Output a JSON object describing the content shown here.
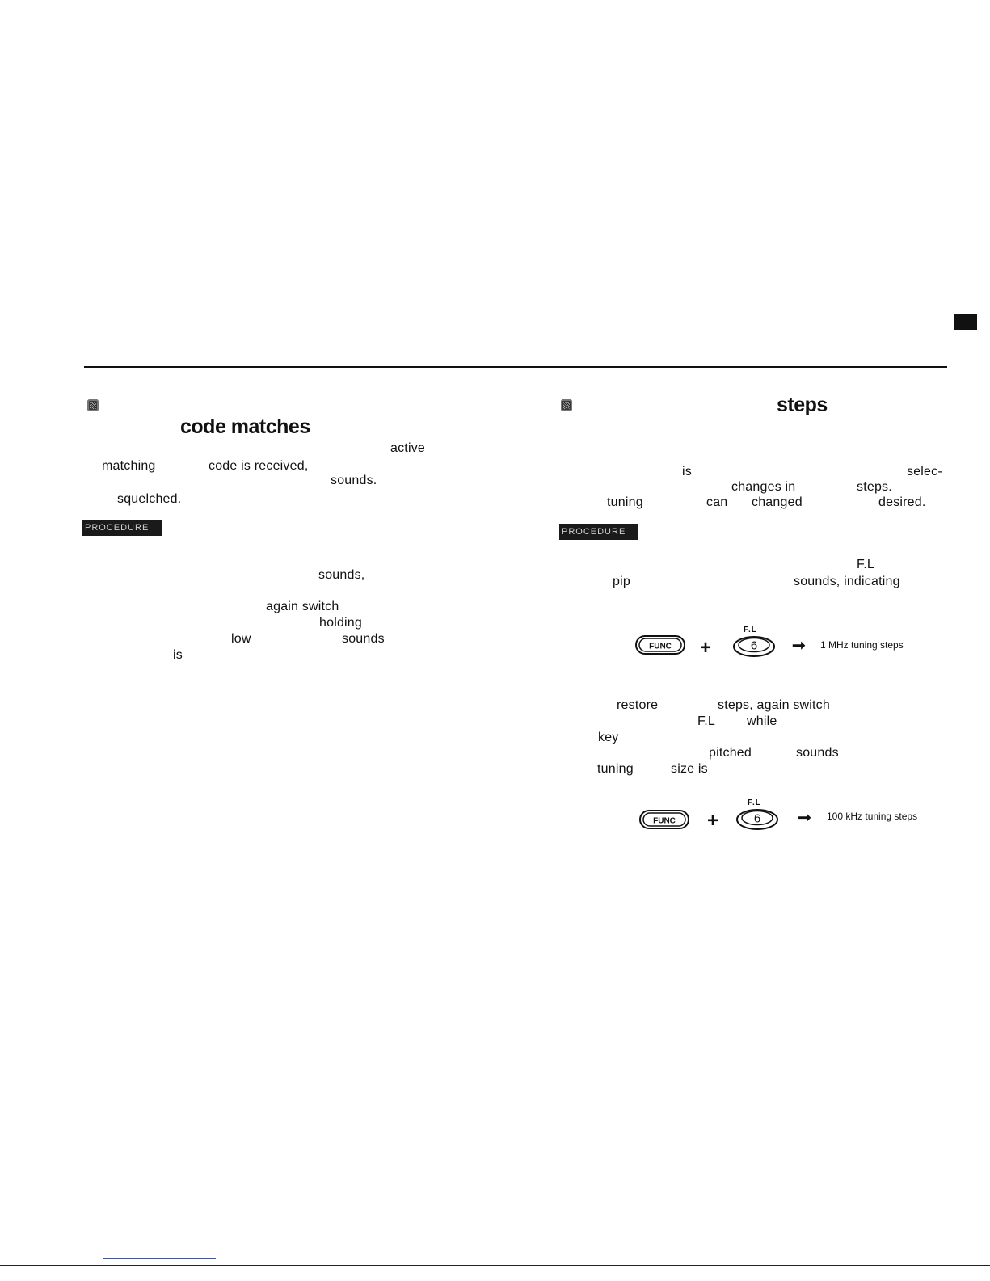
{
  "right_edge_tab": "",
  "left": {
    "title_line2": "code matches",
    "fragments": {
      "active": "active",
      "matching": "matching",
      "code_received": "code is received,",
      "sounds1": "sounds.",
      "squelched": "squelched.",
      "sounds2": "sounds,",
      "again_switch": "again switch",
      "holding": "holding",
      "low": "low",
      "sounds3": "sounds",
      "is": "is"
    },
    "procedure_label": "PROCEDURE"
  },
  "right": {
    "title": "steps",
    "fragments": {
      "is": "is",
      "selec": "selec-",
      "changes_in": "changes in",
      "steps": "steps.",
      "tuning": "tuning",
      "can": "can",
      "changed": "changed",
      "desired": "desired.",
      "fl": "F.L",
      "pip": "pip",
      "sounds_indicating": "sounds, indicating",
      "restore": "restore",
      "steps_again_switch": "steps, again switch",
      "fl2": "F.L",
      "while": "while",
      "key": "key",
      "pitched": "pitched",
      "sounds": "sounds",
      "tuning2": "tuning",
      "size_is": "size is"
    },
    "procedure_label": "PROCEDURE",
    "step1": {
      "key1": "FUNC",
      "plus": "+",
      "key2": "6",
      "key2_label": "F.L",
      "arrow": "➞",
      "result": "1 MHz tuning steps"
    },
    "step2": {
      "key1": "FUNC",
      "plus": "+",
      "key2": "6",
      "key2_label": "F.L",
      "arrow": "➞",
      "result": "100 kHz tuning steps"
    }
  }
}
